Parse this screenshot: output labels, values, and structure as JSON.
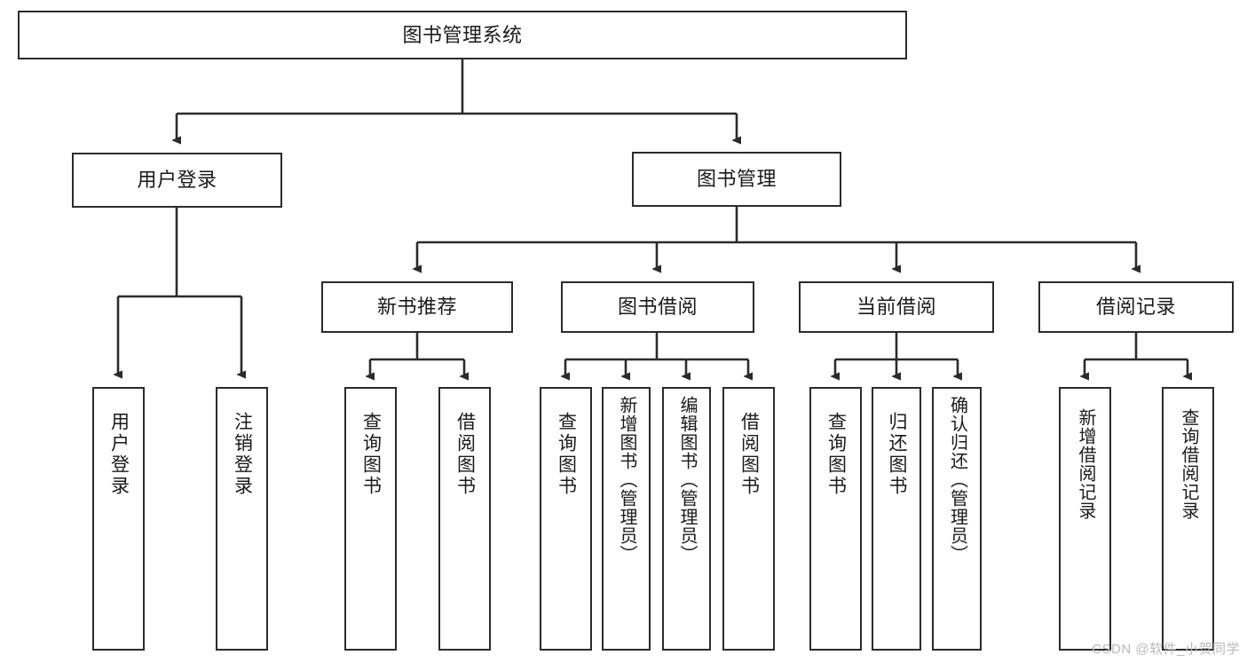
{
  "diagram": {
    "title": "图书管理系统",
    "type": "tree-hierarchy-diagram",
    "watermark": "CSDN @软件_小贺同学",
    "colors": {
      "stroke": "#2b2b2b",
      "fill": "#ffffff",
      "text": "#1a1a1a",
      "watermark": "#b9b9b9"
    },
    "root": {
      "label": "图书管理系统"
    },
    "level2": [
      {
        "id": "user-login",
        "label": "用户登录"
      },
      {
        "id": "book-management",
        "label": "图书管理"
      }
    ],
    "level3": [
      {
        "id": "new-book-recommend",
        "label": "新书推荐"
      },
      {
        "id": "book-borrow",
        "label": "图书借阅"
      },
      {
        "id": "current-borrow",
        "label": "当前借阅"
      },
      {
        "id": "borrow-record",
        "label": "借阅记录"
      }
    ],
    "leaves": {
      "user_login": [
        {
          "id": "leaf-user-login",
          "label": "用户登录"
        },
        {
          "id": "leaf-user-logout",
          "label": "注销登录"
        }
      ],
      "new_book_recommend": [
        {
          "id": "leaf-query-book-1",
          "label": "查询图书"
        },
        {
          "id": "leaf-borrow-book-1",
          "label": "借阅图书"
        }
      ],
      "book_borrow": [
        {
          "id": "leaf-query-book-2",
          "label": "查询图书"
        },
        {
          "id": "leaf-add-book",
          "label": "新增图书（管理员）"
        },
        {
          "id": "leaf-edit-book",
          "label": "编辑图书（管理员）"
        },
        {
          "id": "leaf-borrow-book-2",
          "label": "借阅图书"
        }
      ],
      "current_borrow": [
        {
          "id": "leaf-query-book-3",
          "label": "查询图书"
        },
        {
          "id": "leaf-return-book",
          "label": "归还图书"
        },
        {
          "id": "leaf-confirm-return",
          "label": "确认归还（管理员）"
        }
      ],
      "borrow_record": [
        {
          "id": "leaf-add-record",
          "label": "新增借阅记录"
        },
        {
          "id": "leaf-query-record",
          "label": "查询借阅记录"
        }
      ]
    }
  }
}
